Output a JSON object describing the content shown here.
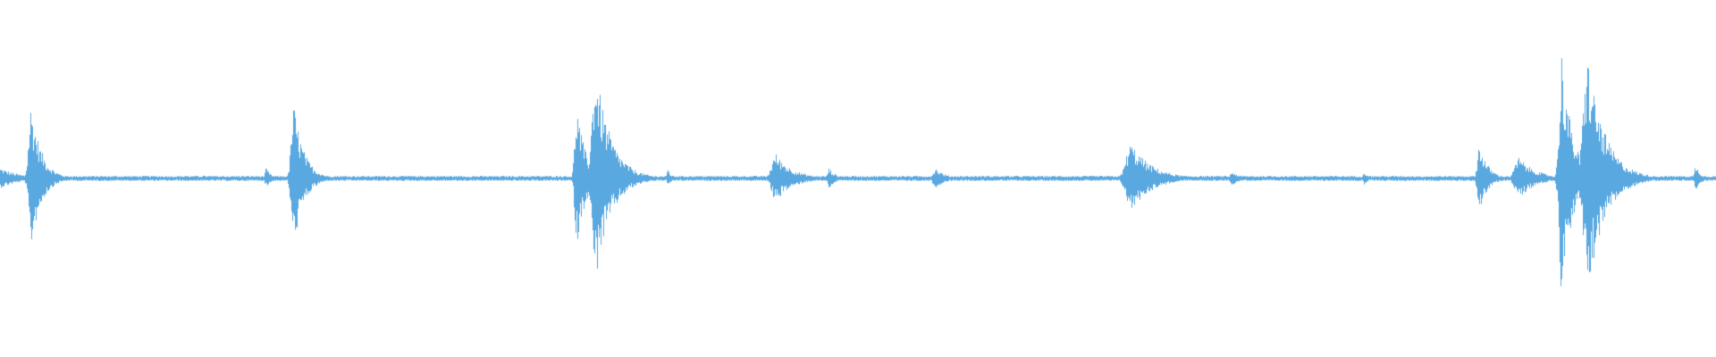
{
  "waveform": {
    "color": "#5aa8e0",
    "background": "#ffffff",
    "amplitude_range": [
      -1,
      1
    ],
    "baseline_level": 0.015,
    "bursts": [
      {
        "t": 0.0,
        "peak": 0.06,
        "width": 0.012
      },
      {
        "t": 0.018,
        "peak": 0.42,
        "width": 0.006
      },
      {
        "t": 0.108,
        "peak": 0.02,
        "width": 0.003
      },
      {
        "t": 0.118,
        "peak": 0.02,
        "width": 0.003
      },
      {
        "t": 0.155,
        "peak": 0.06,
        "width": 0.003
      },
      {
        "t": 0.171,
        "peak": 0.42,
        "width": 0.006
      },
      {
        "t": 0.336,
        "peak": 0.42,
        "width": 0.005
      },
      {
        "t": 0.347,
        "peak": 0.62,
        "width": 0.009
      },
      {
        "t": 0.389,
        "peak": 0.06,
        "width": 0.002
      },
      {
        "t": 0.452,
        "peak": 0.14,
        "width": 0.01
      },
      {
        "t": 0.483,
        "peak": 0.06,
        "width": 0.004
      },
      {
        "t": 0.545,
        "peak": 0.06,
        "width": 0.006
      },
      {
        "t": 0.659,
        "peak": 0.2,
        "width": 0.012
      },
      {
        "t": 0.718,
        "peak": 0.04,
        "width": 0.005
      },
      {
        "t": 0.795,
        "peak": 0.04,
        "width": 0.003
      },
      {
        "t": 0.862,
        "peak": 0.2,
        "width": 0.005
      },
      {
        "t": 0.885,
        "peak": 0.12,
        "width": 0.01
      },
      {
        "t": 0.91,
        "peak": 0.72,
        "width": 0.006
      },
      {
        "t": 0.925,
        "peak": 0.7,
        "width": 0.01
      },
      {
        "t": 0.988,
        "peak": 0.08,
        "width": 0.003
      }
    ]
  }
}
